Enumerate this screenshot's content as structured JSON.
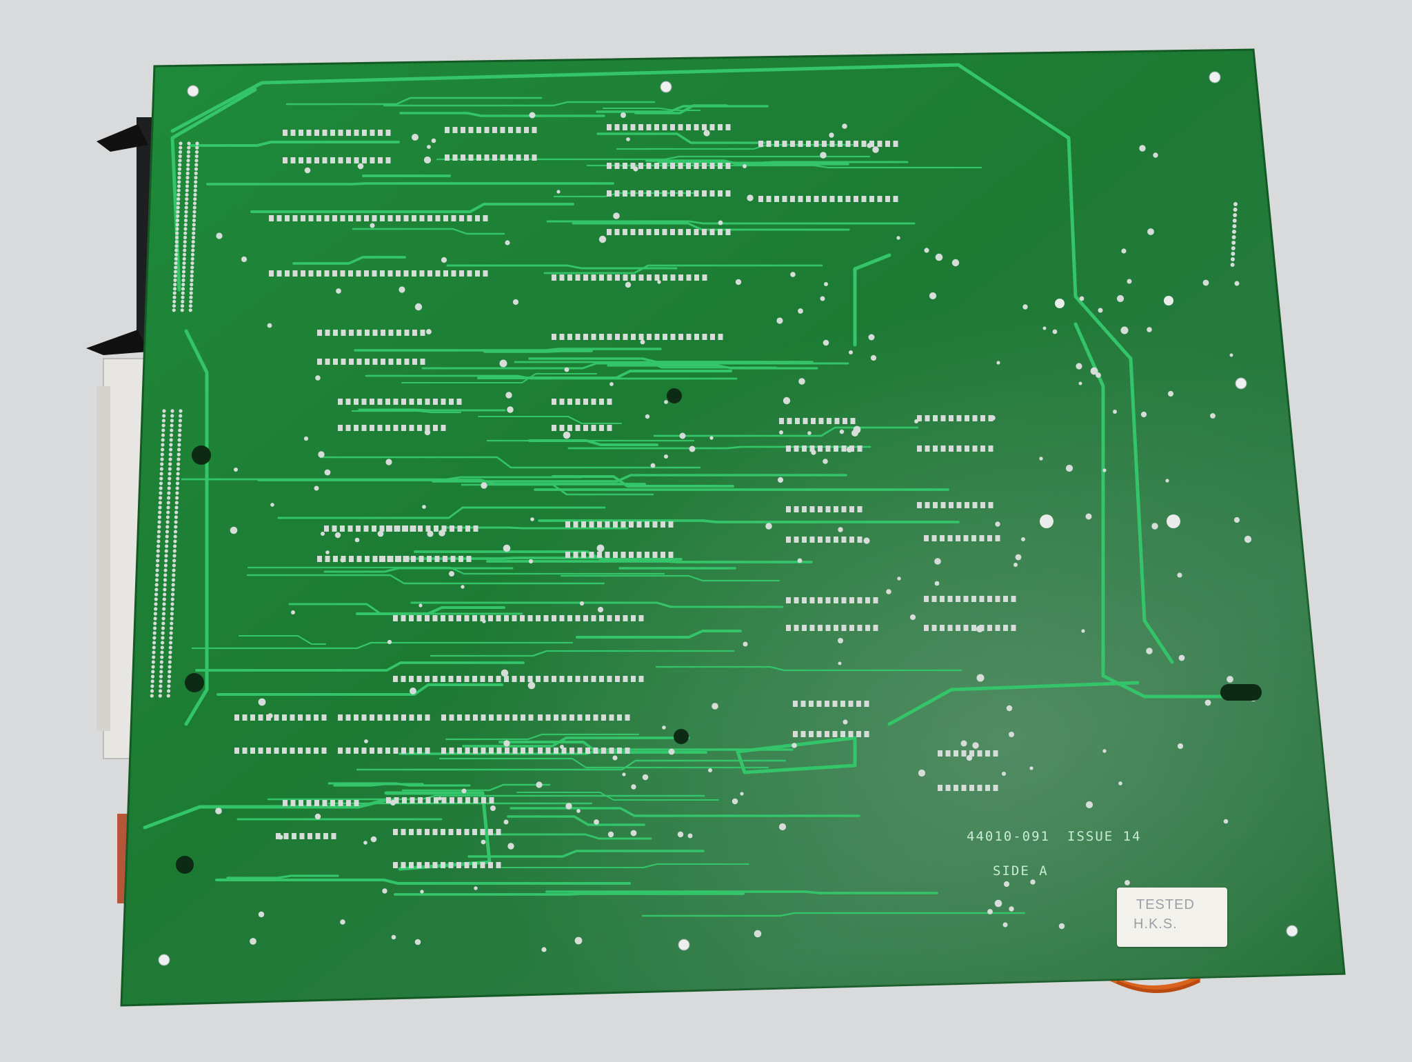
{
  "board": {
    "part_number": "44010-091",
    "issue": "ISSUE  14",
    "side": "SIDE A",
    "sticker": {
      "line1": "TESTED",
      "line2": "H.K.S."
    }
  },
  "colors": {
    "background": "#d8dadb",
    "board_green": "#1e7a33",
    "trace": "#34c46a",
    "pad": "#d6dcd8",
    "connector_black": "#1d1f21",
    "connector_white": "#e7e6e2",
    "wire_orange": "#d9621c",
    "silkscreen": "#c9ecd6"
  }
}
